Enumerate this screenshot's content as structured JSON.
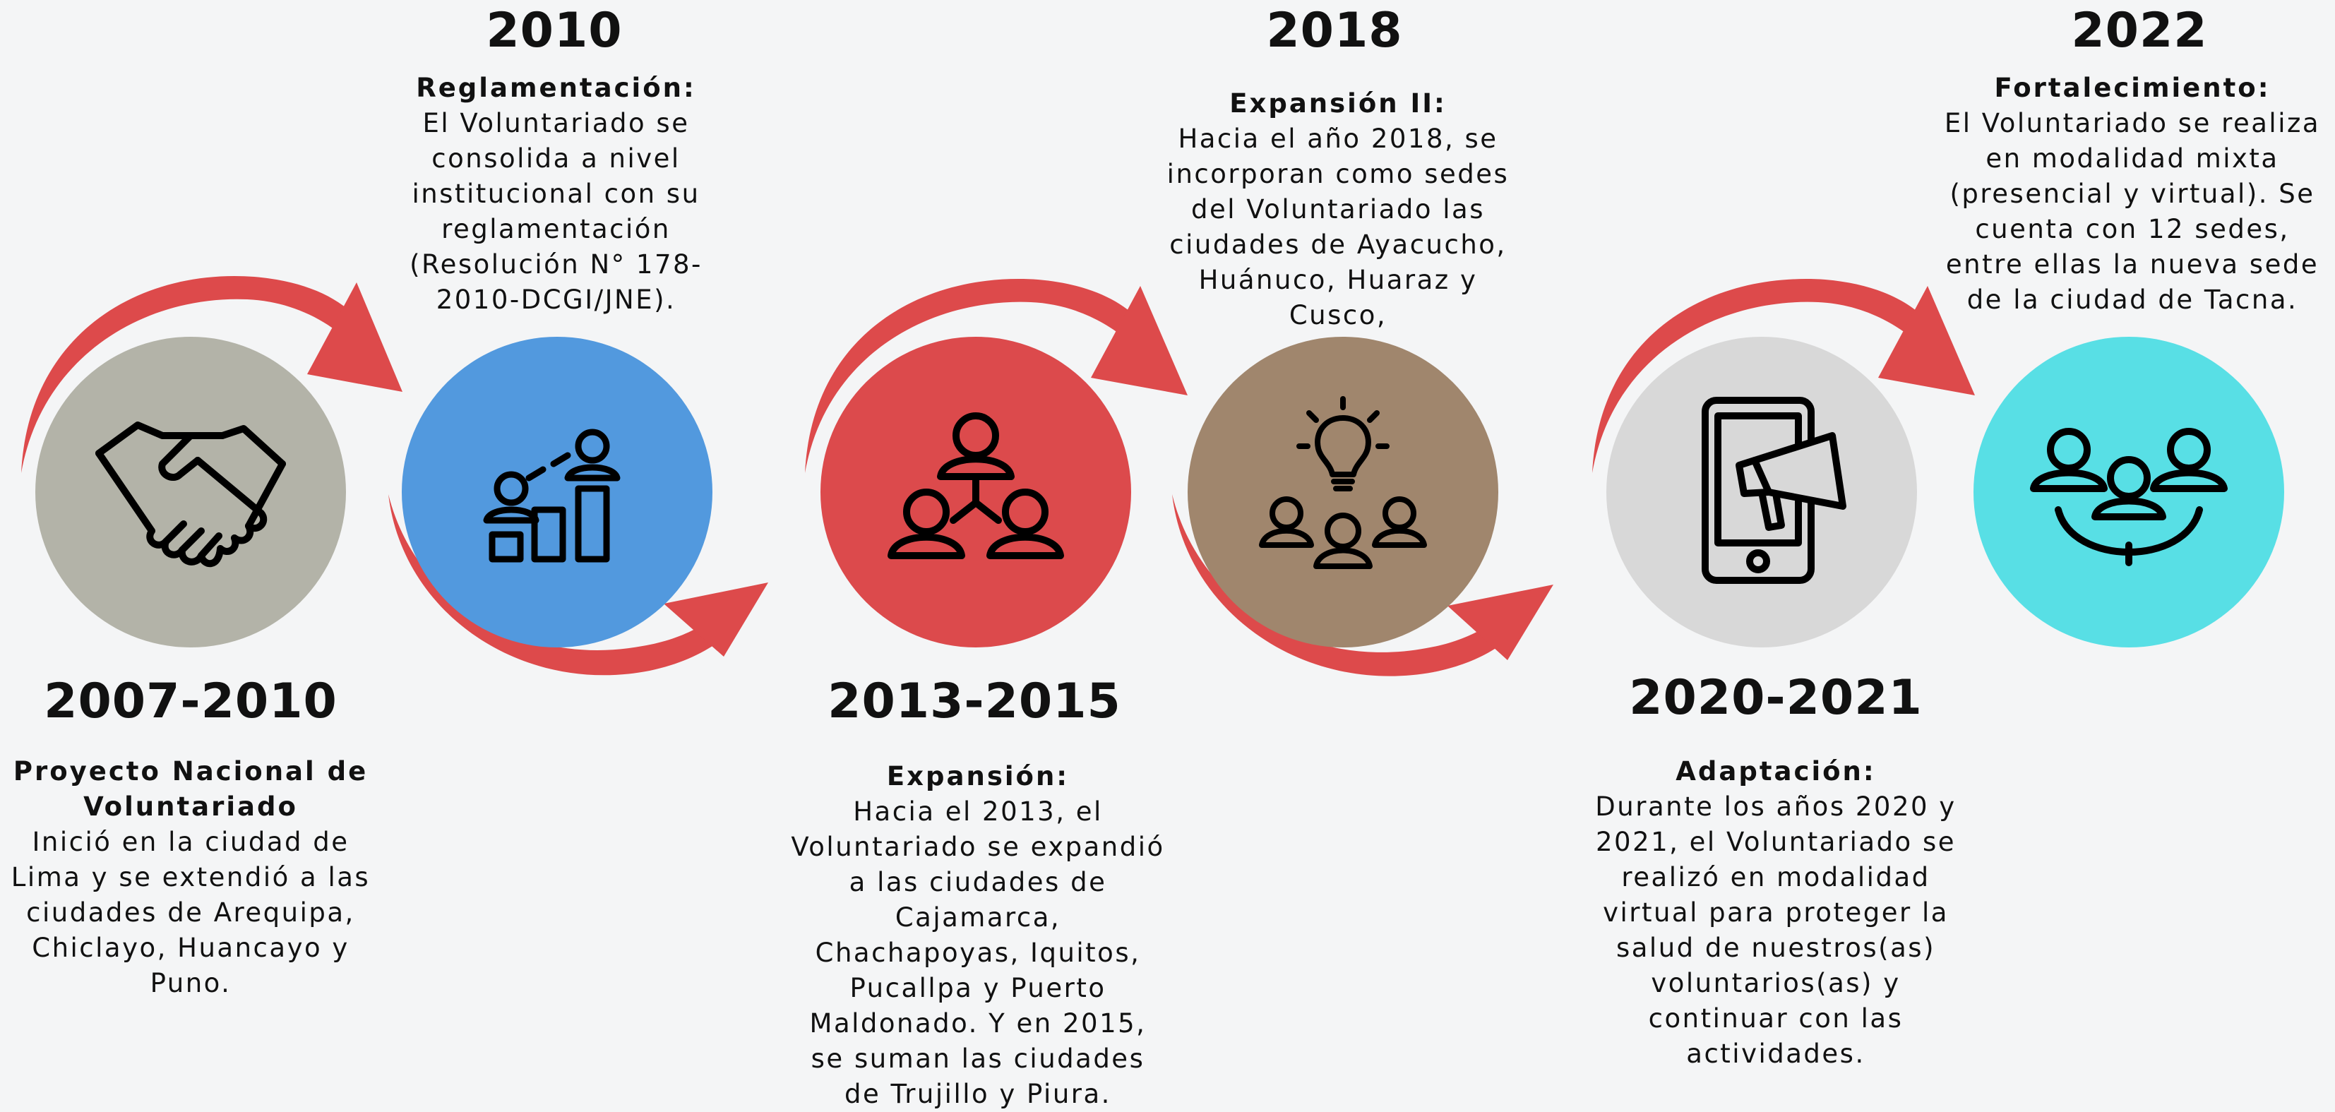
{
  "colors": {
    "arrow": "#dd4a4b",
    "circle_1": "#b3b3a8",
    "circle_2": "#5299de",
    "circle_3": "#dc4a4c",
    "circle_4": "#a0866d",
    "circle_5": "#d8d8d8",
    "circle_6": "#58dfe5"
  },
  "milestones": [
    {
      "year": "2007-2010",
      "title": "Proyecto Nacional de Voluntariado",
      "text": "Inició en la ciudad de Lima y se extendió a las ciudades de Arequipa, Chiclayo, Huancayo y Puno.",
      "icon": "handshake-icon"
    },
    {
      "year": "2010",
      "title": "Reglamentación:",
      "text": "El Voluntariado se consolida a nivel institucional con su reglamentación (Resolución N° 178-2010-DCGI/JNE).",
      "icon": "growth-chart-people-icon"
    },
    {
      "year": "2013-2015",
      "title": "Expansión:",
      "text": "Hacia el 2013, el Voluntariado se expandió a las ciudades de Cajamarca, Chachapoyas, Iquitos, Pucallpa y Puerto Maldonado. Y en 2015, se suman las ciudades de Trujillo y Piura.",
      "icon": "network-people-icon"
    },
    {
      "year": "2018",
      "title": "Expansión II:",
      "text": "Hacia el año 2018, se incorporan como sedes del Voluntariado las ciudades de Ayacucho, Huánuco, Huaraz y Cusco,",
      "icon": "lightbulb-group-icon"
    },
    {
      "year": "2020-2021",
      "title": "Adaptación:",
      "text": "Durante los años 2020 y 2021, el Voluntariado se realizó en modalidad virtual para proteger la salud de nuestros(as) voluntarios(as) y continuar con las actividades.",
      "icon": "phone-megaphone-icon"
    },
    {
      "year": "2022",
      "title": "Fortalecimiento:",
      "text": "El Voluntariado se realiza en modalidad mixta (presencial y virtual). Se cuenta con 12 sedes, entre ellas la nueva sede de la ciudad de Tacna.",
      "icon": "team-smile-icon"
    }
  ]
}
